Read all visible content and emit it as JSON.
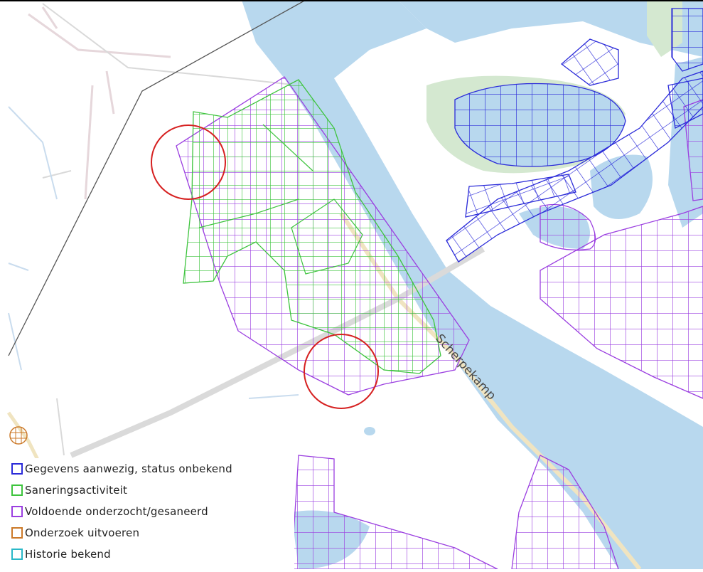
{
  "map": {
    "street_label": "Scherpekamp",
    "colors": {
      "water": "#b8d8ee",
      "green_area": "#d4e8d0",
      "road_major": "#d8d8d8",
      "road_minor": "#e8d8dc",
      "road_tan": "#f0e4c0",
      "boundary_line": "#555555",
      "marker_circle": "#d62020"
    }
  },
  "legend": {
    "items": [
      {
        "label": "Gegevens aanwezig, status onbekend",
        "color": "#2b2bd9"
      },
      {
        "label": "Saneringsactiviteit",
        "color": "#3ec43e"
      },
      {
        "label": "Voldoende onderzocht/gesaneerd",
        "color": "#9b3fe0"
      },
      {
        "label": "Onderzoek uitvoeren",
        "color": "#cc7a2a"
      },
      {
        "label": "Historie bekend",
        "color": "#2ab8c8"
      }
    ]
  }
}
